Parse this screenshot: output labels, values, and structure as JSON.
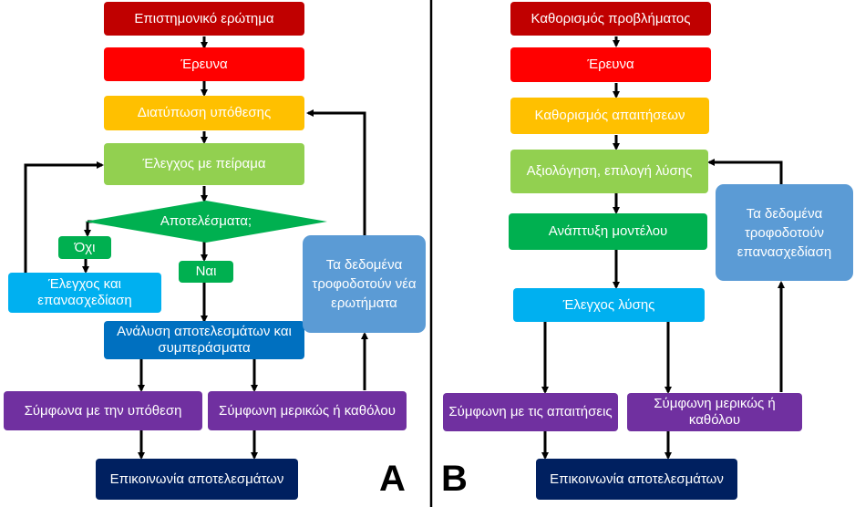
{
  "panel_a": {
    "letter": "A",
    "question": "Επιστημονικό ερώτημα",
    "research": "Έρευνα",
    "hypothesis": "Διατύπωση υπόθεσης",
    "experiment": "Έλεγχος με πείραμα",
    "results": "Αποτελέσματα;",
    "no": "Όχι",
    "yes": "Ναι",
    "recheck": "Έλεγχος και επανασχεδίαση",
    "analysis": "Ανάλυση αποτελεσμάτων και συμπεράσματα",
    "agree": "Σύμφωνα με την υπόθεση",
    "partial": "Σύμφωνη μερικώς ή καθόλου",
    "communication": "Επικοινωνία αποτελεσμάτων",
    "feedback": "Τα δεδομένα τροφοδοτούν νέα ερωτήματα"
  },
  "panel_b": {
    "letter": "B",
    "problem": "Καθορισμός προβλήματος",
    "research": "Έρευνα",
    "requirements": "Καθορισμός απαιτήσεων",
    "evaluation": "Αξιολόγηση, επιλογή λύσης",
    "development": "Ανάπτυξη μοντέλου",
    "testing": "Έλεγχος λύσης",
    "agree": "Σύμφωνη με τις απαιτήσεις",
    "partial": "Σύμφωνη μερικώς ή καθόλου",
    "communication": "Επικοινωνία αποτελεσμάτων",
    "feedback": "Τα δεδομένα τροφοδοτούν επανασχεδίαση"
  },
  "colors": {
    "dark_red": "#c00000",
    "red": "#ff0000",
    "orange": "#ffc000",
    "light_green": "#92d050",
    "green": "#00b050",
    "light_blue": "#00b0f0",
    "blue": "#0070c0",
    "steel_blue": "#5b9bd5",
    "purple": "#7030a0",
    "navy": "#002060"
  }
}
